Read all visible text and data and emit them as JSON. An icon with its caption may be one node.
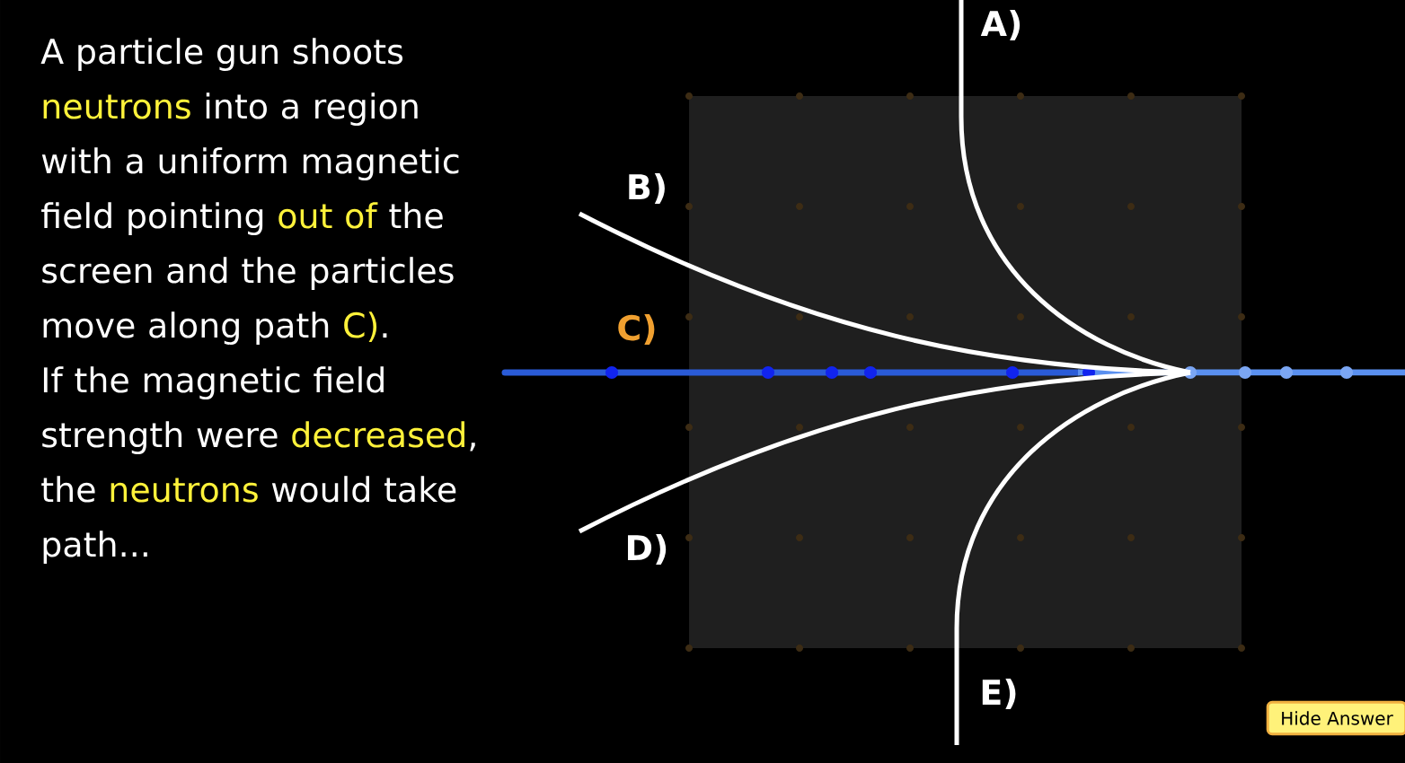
{
  "diagram": {
    "labels": [
      "A particle gun shoots *neutrons* into a region with a uniform magnetic field pointing *out of* the screen and the particles move along path *C)*.  If the magnetic field strength were *decreased*, the *neutrons* would take path...",
      "A)",
      "B)",
      "C)",
      "D)",
      "E)",
      "Hide Answer"
    ]
  }
}
